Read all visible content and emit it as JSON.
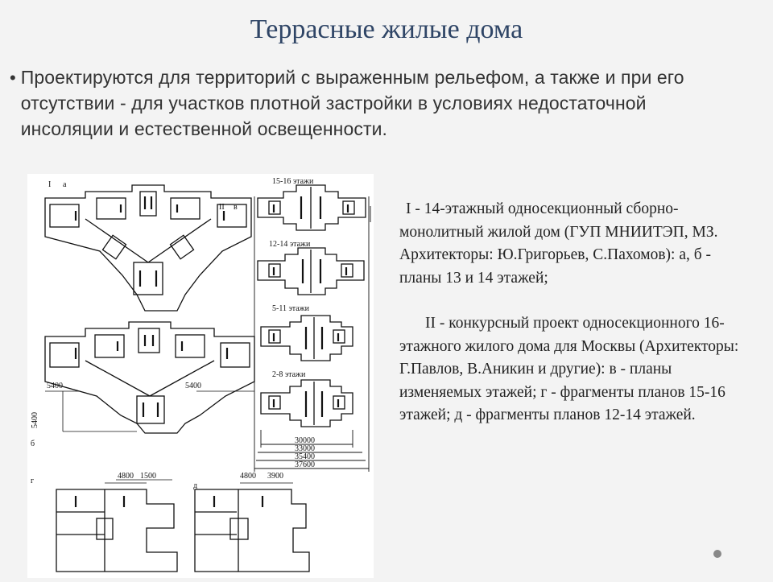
{
  "slide": {
    "title": "Террасные жилые дома",
    "bullet_marker": "•",
    "bullet_text": "Проектируются для территорий с выраженным рельефом, а также и при его отсутствии - для участков плотной застройки в условиях недостаточной инсоляции и естественной освещенности.",
    "caption_1": "I - 14-этажный односекционный сборно-монолитный жилой дом (ГУП МНИИТЭП, МЗ. Архитекторы: Ю.Григорьев, С.Пахомов): а, б - планы 13 и 14 этажей;",
    "caption_2": "II - конкурсный проект односекционного 16-этажного жилого дома для Москвы (Архитекторы: Г.Павлов, В.Аникин и другие): в - планы изменяемых этажей; г - фрагменты планов 15-16 этажей; д - фрагменты планов 12-14 этажей."
  },
  "figure": {
    "label_I": "I",
    "label_a": "а",
    "label_b": "б",
    "label_II": "II",
    "label_v": "в",
    "label_g": "г",
    "label_d": "д",
    "floors_15_16": "15-16 этажи",
    "floors_12_14": "12-14 этажи",
    "floors_5_11": "5-11 этажи",
    "floors_2_8": "2-8 этажи",
    "dim_5400_left": "5400",
    "dim_5400_right": "5400",
    "dim_5400_vertical": "5400",
    "dim_30000": "30000",
    "dim_33000": "33000",
    "dim_35400": "35400",
    "dim_37600": "37600",
    "dim_4800_g": "4800",
    "dim_1500": "1500",
    "dim_4800_d": "4800",
    "dim_3900": "3900"
  }
}
